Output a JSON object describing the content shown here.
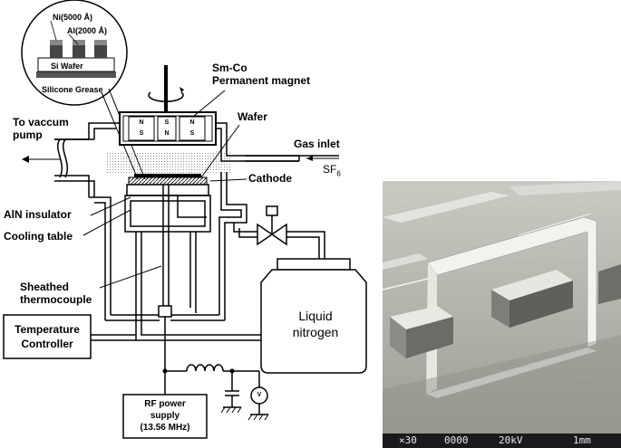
{
  "inset": {
    "ni_label": "Ni(5000 Å)",
    "al_label": "Al(2000 Å)",
    "si_label": "Si Wafer",
    "grease_label": "Silicone Grease"
  },
  "labels": {
    "magnet_line1": "Sm-Co",
    "magnet_line2": "Permanent magnet",
    "wafer": "Wafer",
    "vacuum_line1": "To vaccum",
    "vacuum_line2": "pump",
    "gas_inlet": "Gas inlet",
    "sf6_main": "SF",
    "sf6_sub": "6",
    "cathode": "Cathode",
    "aln": "AlN insulator",
    "cooling": "Cooling table",
    "thermo_line1": "Sheathed",
    "thermo_line2": "thermocouple",
    "ln_line1": "Liquid",
    "ln_line2": "nitrogen",
    "temp_line1": "Temperature",
    "temp_line2": "Controller",
    "rf_line1": "RF power",
    "rf_line2": "supply",
    "rf_line3": "(13.56 MHz)",
    "voltmeter": "V"
  },
  "magnet_poles": [
    {
      "top": "N",
      "bottom": "S"
    },
    {
      "top": "S",
      "bottom": "N"
    },
    {
      "top": "N",
      "bottom": "S"
    }
  ],
  "sem": {
    "magnification": "×30",
    "number": "0000",
    "voltage": "20kV",
    "scale": "1mm"
  }
}
